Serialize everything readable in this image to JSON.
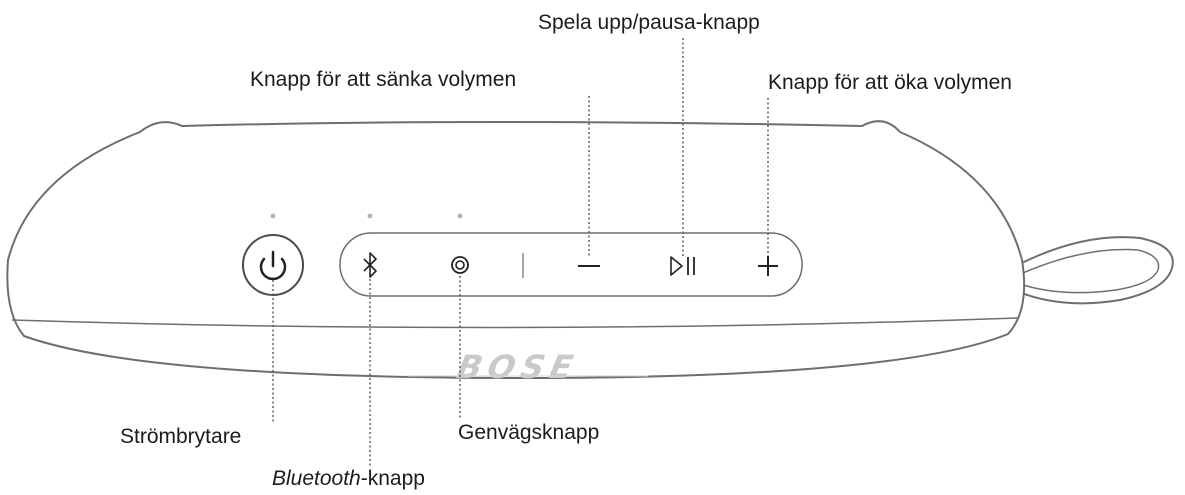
{
  "labels": {
    "play_pause": "Spela upp/pausa-knapp",
    "volume_down": "Knapp för att sänka volymen",
    "volume_up": "Knapp för att öka volymen",
    "power": "Strömbrytare",
    "shortcut": "Genvägsknapp",
    "bluetooth_italic": "Bluetooth",
    "bluetooth_suffix": "-knapp"
  },
  "brand": {
    "logo_text": "BOSE"
  },
  "colors": {
    "outline": "#6e6e6e",
    "leader_line": "#555555",
    "indicator_dot": "#b5b5b5",
    "logo": "#c9c9c9",
    "text": "#1c1c1c"
  },
  "icons": [
    "power-icon",
    "bluetooth-icon",
    "shortcut-icon",
    "minus-icon",
    "play-pause-icon",
    "plus-icon"
  ]
}
